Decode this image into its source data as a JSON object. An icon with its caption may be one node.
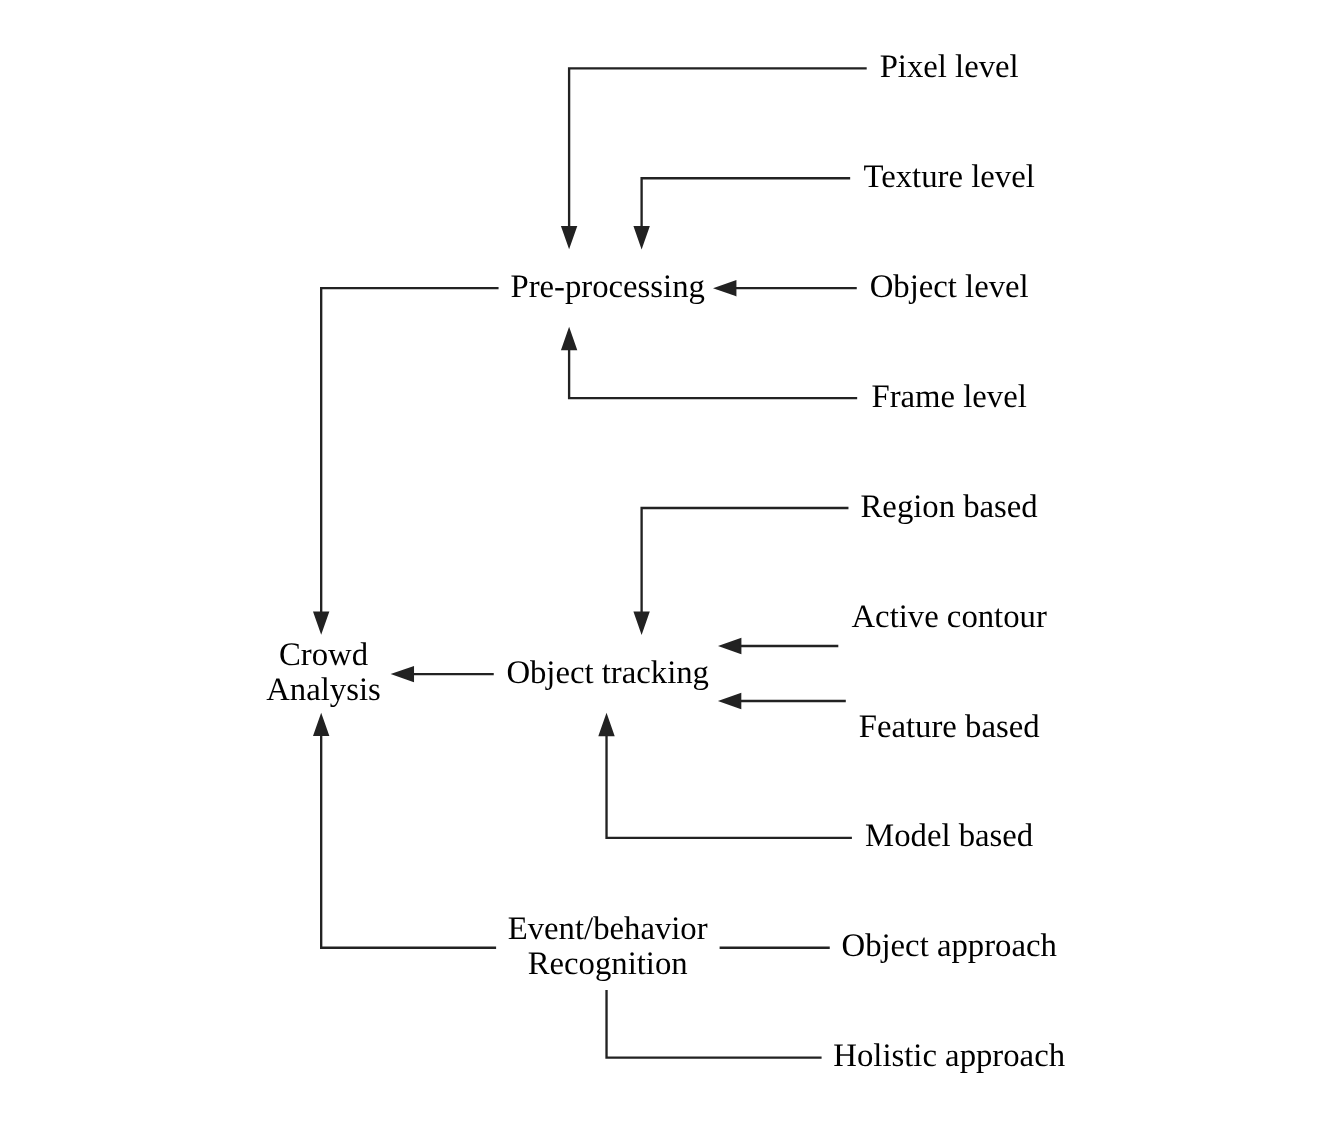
{
  "diagram": {
    "nodes": [
      {
        "text": [
          "Crowd Analysis"
        ]
      },
      {
        "text": [
          "Pre-processing"
        ]
      },
      {
        "text": [
          "Pixel level"
        ]
      },
      {
        "text": [
          "Texture level"
        ]
      },
      {
        "text": [
          "Object level"
        ]
      },
      {
        "text": [
          "Frame level"
        ]
      },
      {
        "text": [
          "Object tracking"
        ]
      },
      {
        "text": [
          "Region based"
        ]
      },
      {
        "text": [
          "Active contour"
        ]
      },
      {
        "text": [
          "Feature based"
        ]
      },
      {
        "text": [
          "Model based"
        ]
      },
      {
        "text": [
          "Event/behavior Recognition"
        ]
      },
      {
        "text": [
          "Object approach"
        ]
      },
      {
        "text": [
          "Holistic approach"
        ]
      }
    ],
    "edges": [
      {
        "from": 1,
        "to": 0,
        "arrow": "to"
      },
      {
        "from": 6,
        "to": 0,
        "arrow": "to"
      },
      {
        "from": 11,
        "to": 0,
        "arrow": "to"
      },
      {
        "from": 2,
        "to": 1,
        "arrow": "to"
      },
      {
        "from": 3,
        "to": 1,
        "arrow": "to"
      },
      {
        "from": 4,
        "to": 1,
        "arrow": "to"
      },
      {
        "from": 5,
        "to": 1,
        "arrow": "to"
      },
      {
        "from": 7,
        "to": 6,
        "arrow": "to"
      },
      {
        "from": 8,
        "to": 6,
        "arrow": "to"
      },
      {
        "from": 9,
        "to": 6,
        "arrow": "to"
      },
      {
        "from": 10,
        "to": 6,
        "arrow": "to"
      },
      {
        "from": 12,
        "to": 11,
        "arrow": "none"
      },
      {
        "from": 13,
        "to": 11,
        "arrow": "none"
      }
    ]
  }
}
